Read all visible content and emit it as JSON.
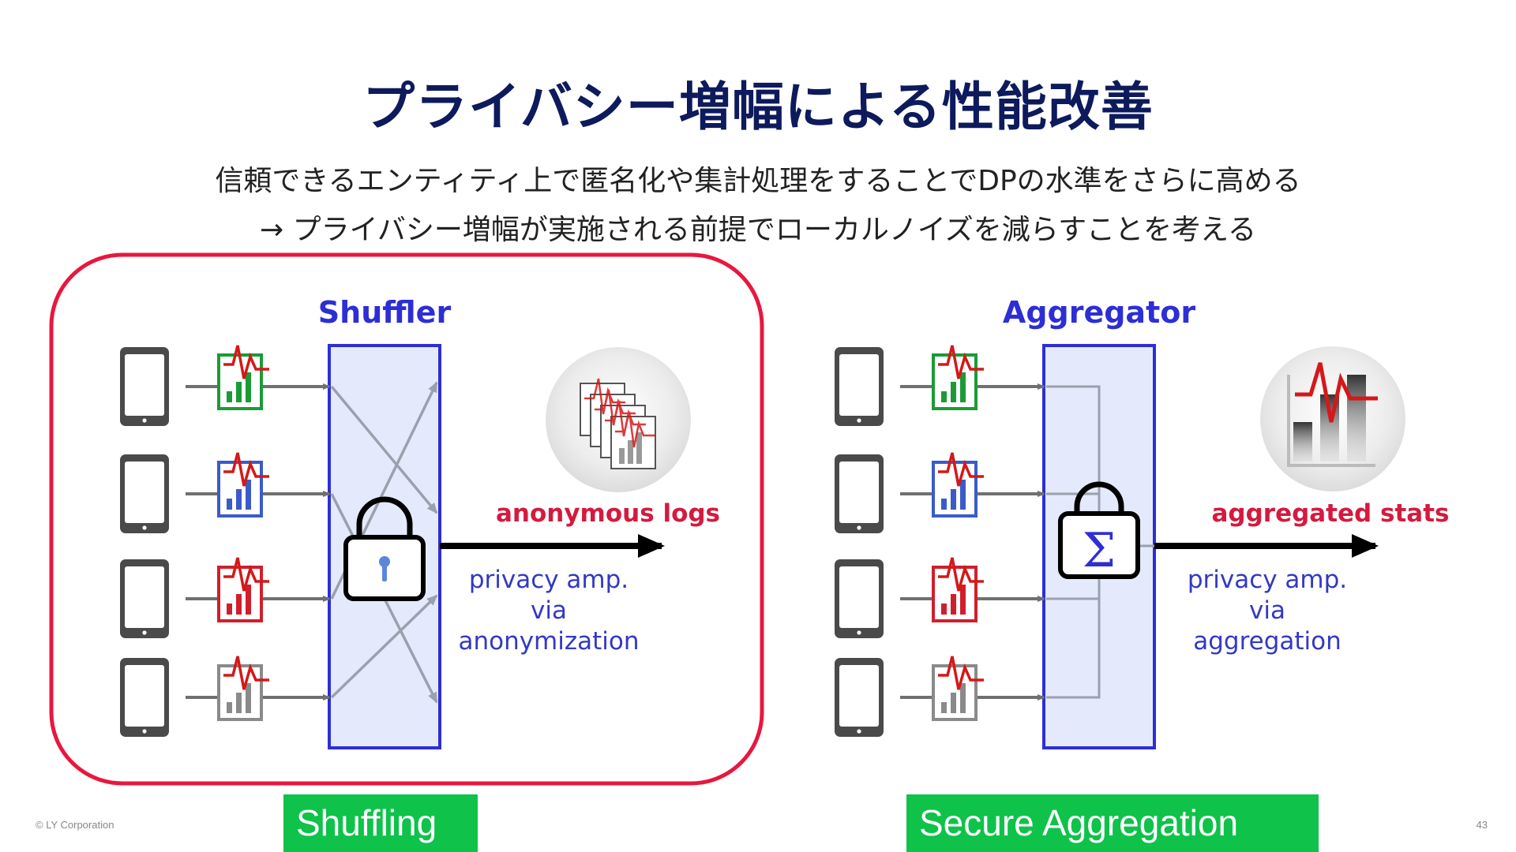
{
  "title": "プライバシー増幅による性能改善",
  "subtitle_lines": [
    "信頼できるエンティティ上で匿名化や集計処理をすることでDPの水準をさらに高める",
    "→ プライバシー増幅が実施される前提でローカルノイズを減らすことを考える"
  ],
  "left": {
    "header": "Shuffler",
    "output_label": "anonymous logs",
    "amp_lines": [
      "privacy amp.",
      "via",
      "anonymization"
    ],
    "caption": "Shuffling"
  },
  "right": {
    "header": "Aggregator",
    "sigma": "Σ",
    "output_label": "aggregated stats",
    "amp_lines": [
      "privacy amp.",
      "via",
      "aggregation"
    ],
    "caption": "Secure Aggregation"
  },
  "device_colors": [
    "#1b9b36",
    "#3a5cc8",
    "#d01f2c",
    "#8a8a8a"
  ],
  "colors": {
    "title": "#0d1a5c",
    "header_blue": "#2d2ed6",
    "accent_red": "#d41a3e",
    "amp_text": "#3339c2",
    "highlight_border": "#e8173f",
    "caption_bg": "#0fc24a",
    "box_fill": "#e4eafc",
    "box_stroke": "#2d2ed6"
  },
  "icons": [
    "tablet-icon",
    "bar-chart-icon",
    "padlock-icon",
    "key-hole-icon",
    "shuffled-logs-icon",
    "aggregated-chart-icon"
  ],
  "footer": {
    "copyright": "© LY Corporation",
    "page_number": "43"
  }
}
